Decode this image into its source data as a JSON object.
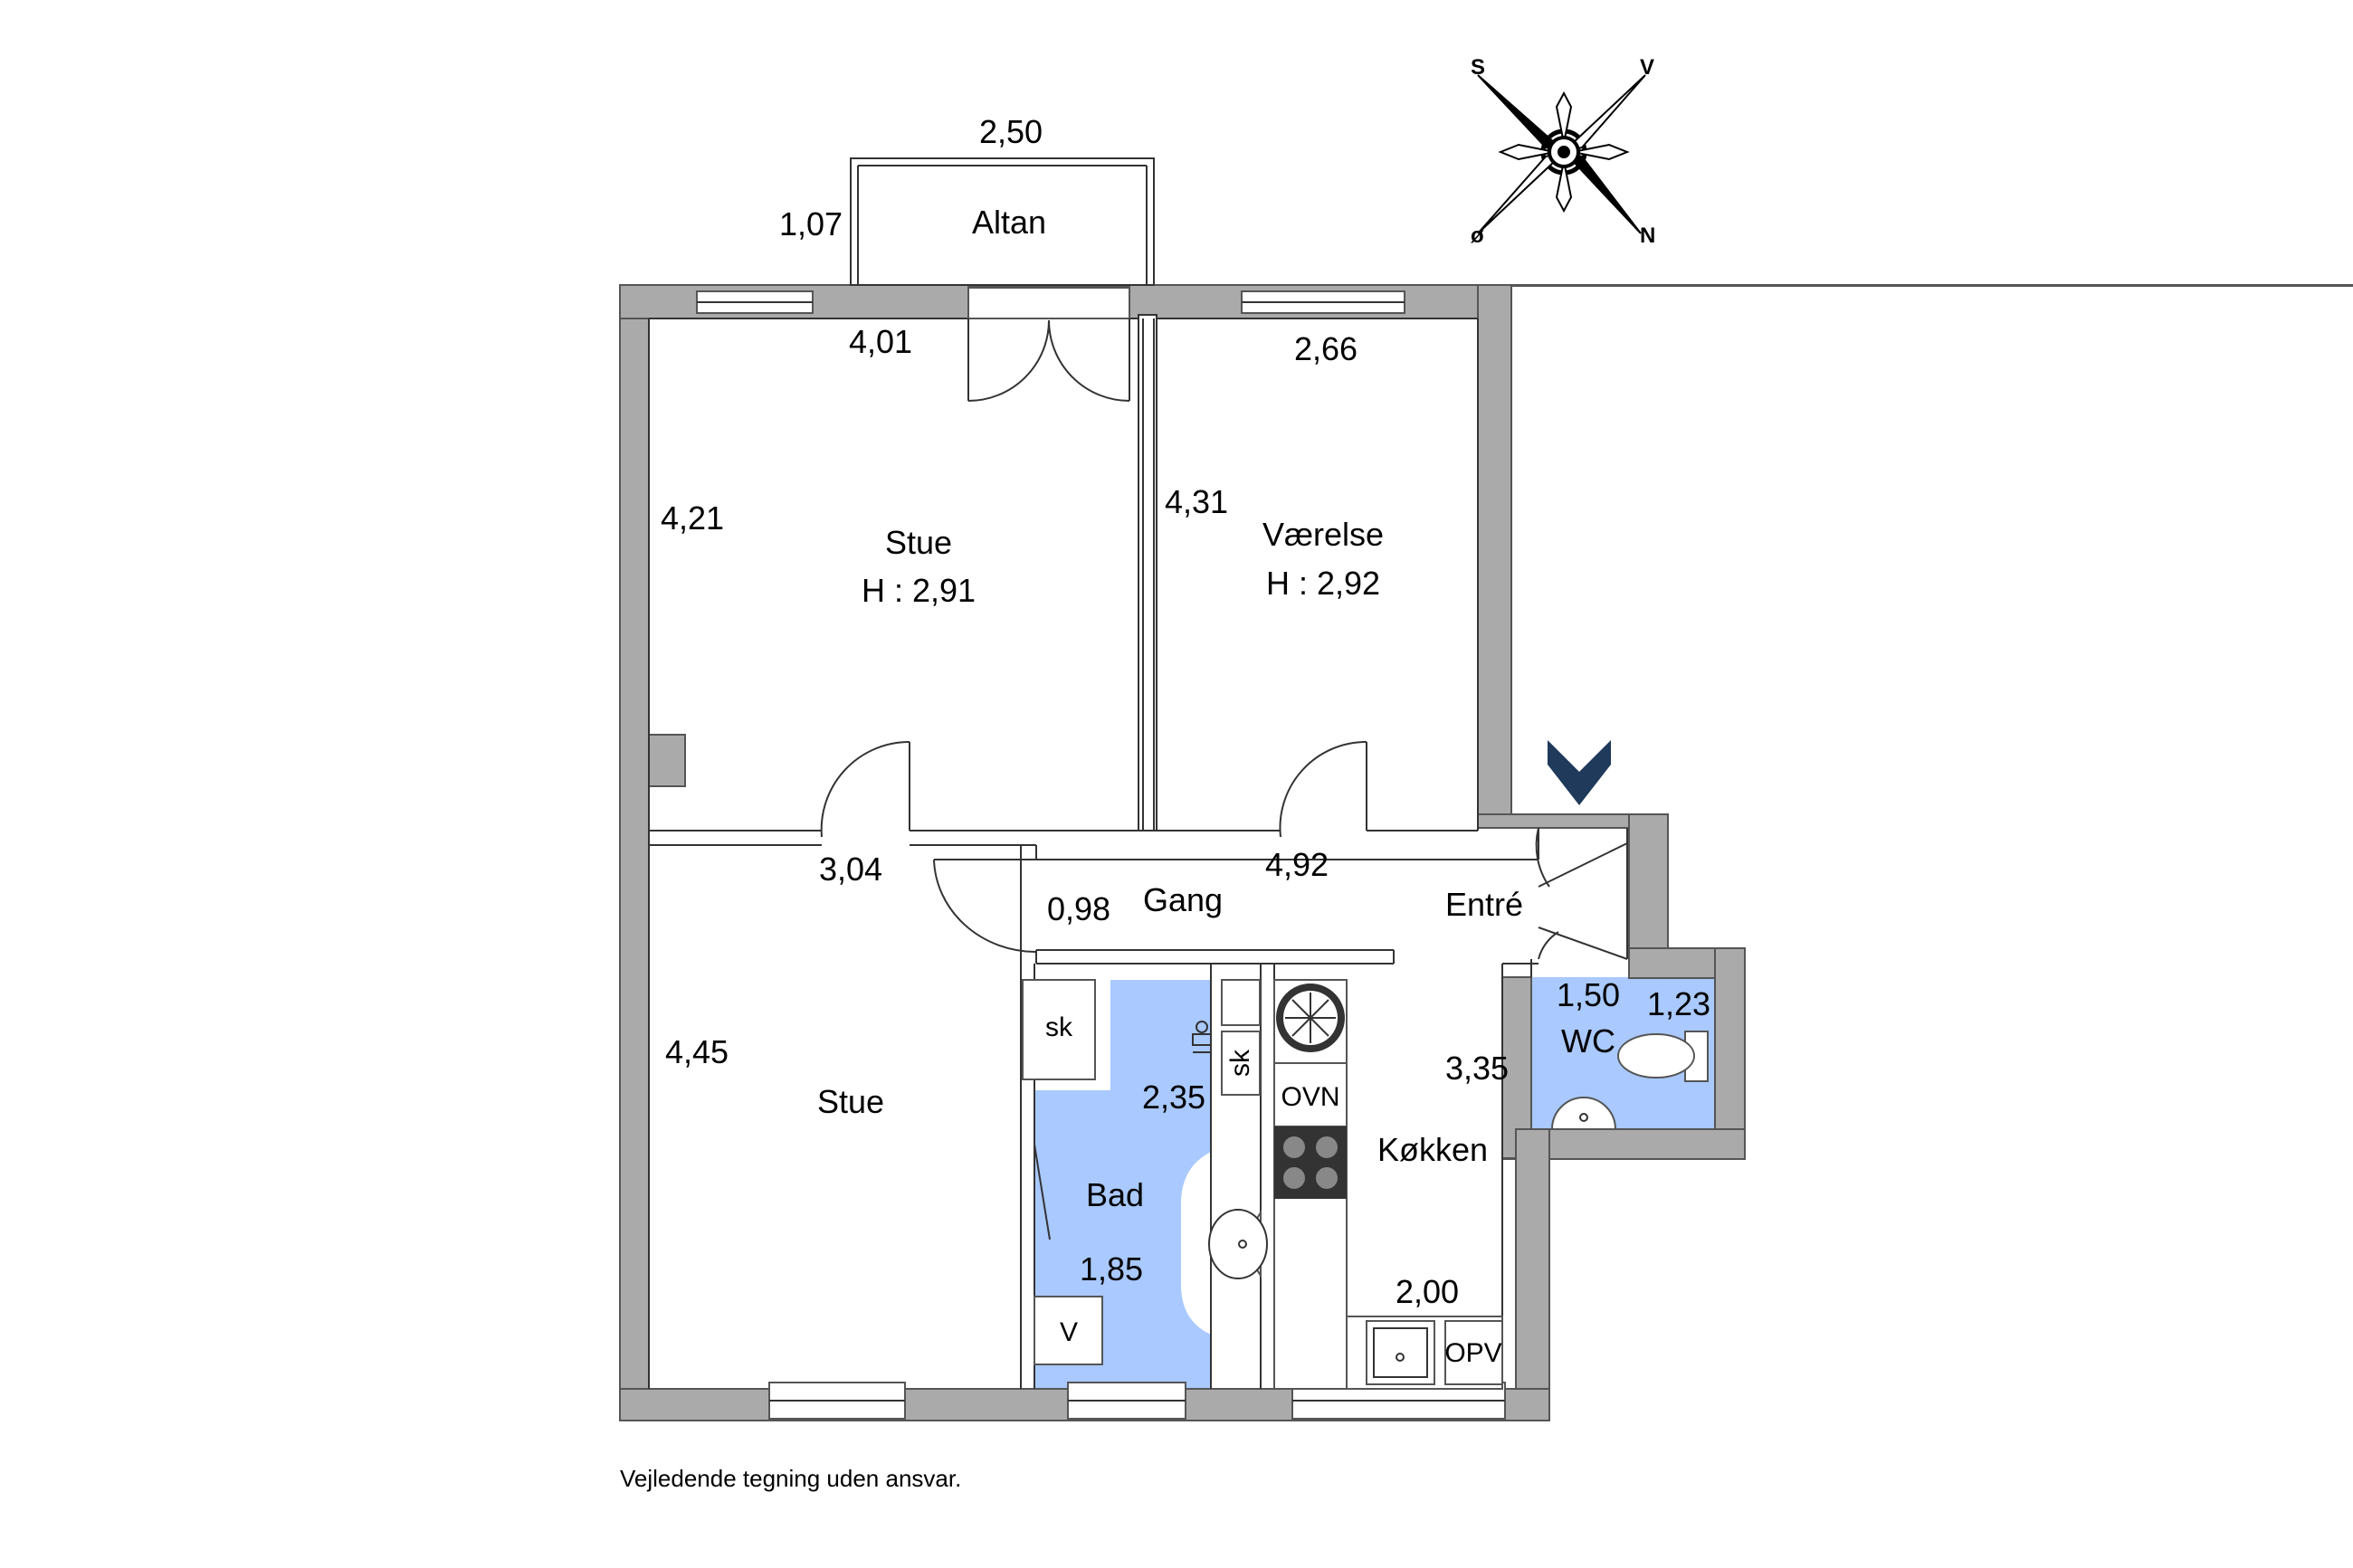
{
  "balcony": {
    "name": "Altan",
    "width": "2,50",
    "depth": "1,07"
  },
  "rooms": {
    "stue_top": {
      "name": "Stue",
      "height": "H : 2,91",
      "width": "4,01",
      "length": "4,21"
    },
    "vaerelse": {
      "name": "Værelse",
      "height": "H : 2,92",
      "width": "2,66",
      "length": "4,31"
    },
    "gang": {
      "name": "Gang",
      "width": "0,98",
      "length": "4,92"
    },
    "entre": {
      "name": "Entré"
    },
    "stue_bottom": {
      "name": "Stue",
      "width": "3,04",
      "length": "4,45"
    },
    "bad": {
      "name": "Bad",
      "length": "2,35",
      "width": "1,85"
    },
    "kokken": {
      "name": "Køkken",
      "length": "3,35",
      "width": "2,00"
    },
    "wc": {
      "name": "WC",
      "length": "1,50",
      "width": "1,23"
    }
  },
  "fixtures": {
    "sk_1": "sk",
    "sk_2": "sk",
    "ovn": "OVN",
    "opv": "OPV",
    "v": "V"
  },
  "compass": {
    "top_left": "S",
    "top_right": "V",
    "bottom_left": "ø",
    "bottom_right": "N"
  },
  "disclaimer": "Vejledende tegning uden ansvar.",
  "colors": {
    "wet_room": "#a9c9ff",
    "wall": "#aaaaaa",
    "entrance_marker": "#1f3a5a"
  }
}
